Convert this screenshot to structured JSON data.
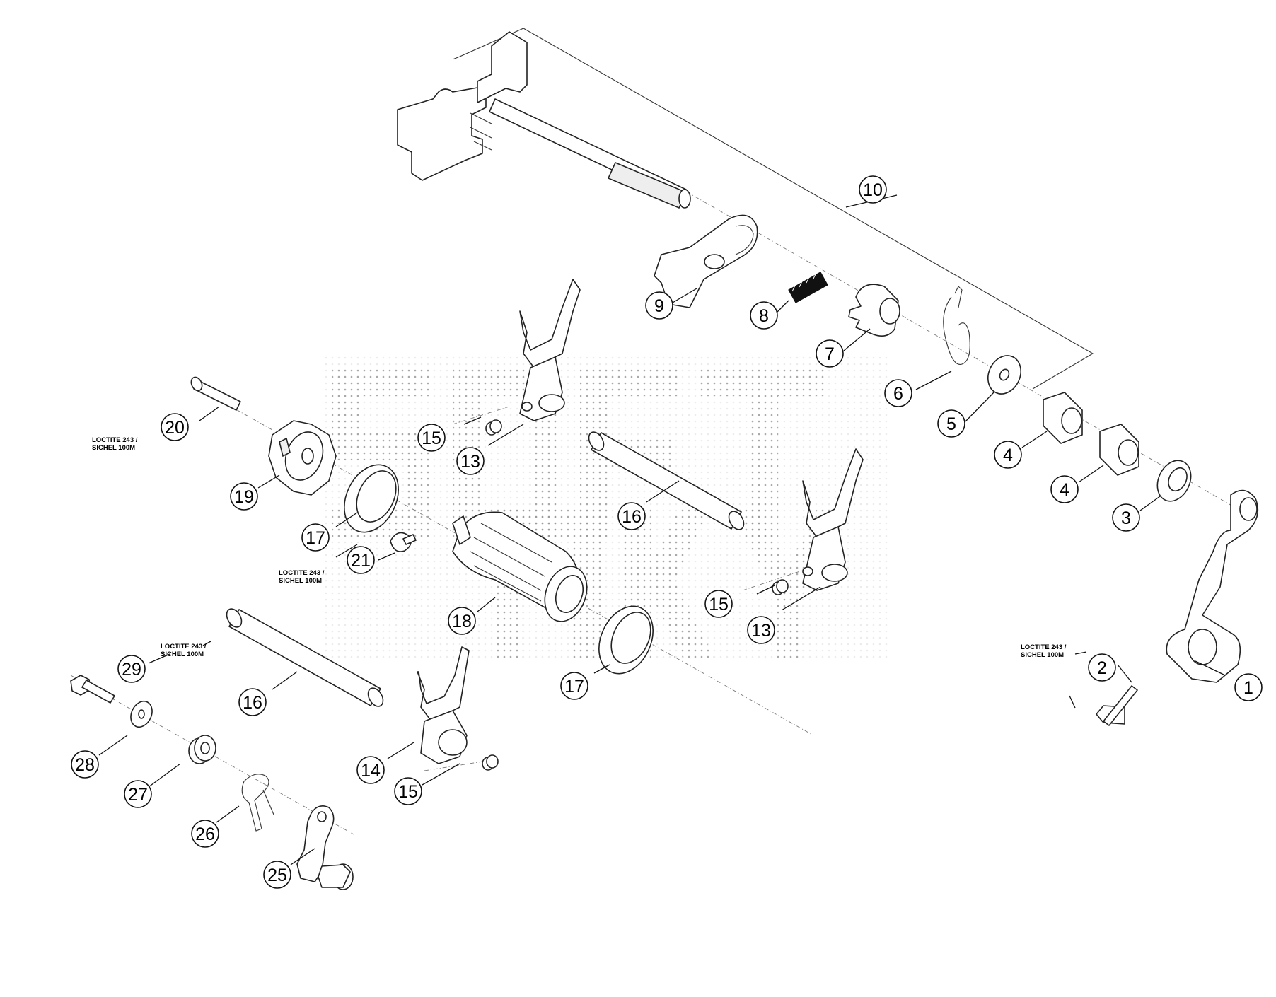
{
  "diagram": {
    "watermark_icon": "dotted-watermark-lettering",
    "callouts": [
      {
        "id": "c1",
        "label": "1"
      },
      {
        "id": "c2",
        "label": "2"
      },
      {
        "id": "c3",
        "label": "3"
      },
      {
        "id": "c4a",
        "label": "4"
      },
      {
        "id": "c4b",
        "label": "4"
      },
      {
        "id": "c5",
        "label": "5"
      },
      {
        "id": "c6",
        "label": "6"
      },
      {
        "id": "c7",
        "label": "7"
      },
      {
        "id": "c8",
        "label": "8"
      },
      {
        "id": "c9",
        "label": "9"
      },
      {
        "id": "c10",
        "label": "10"
      },
      {
        "id": "c13a",
        "label": "13"
      },
      {
        "id": "c13b",
        "label": "13"
      },
      {
        "id": "c14",
        "label": "14"
      },
      {
        "id": "c15a",
        "label": "15"
      },
      {
        "id": "c15b",
        "label": "15"
      },
      {
        "id": "c15c",
        "label": "15"
      },
      {
        "id": "c16a",
        "label": "16"
      },
      {
        "id": "c16b",
        "label": "16"
      },
      {
        "id": "c17a",
        "label": "17"
      },
      {
        "id": "c17b",
        "label": "17"
      },
      {
        "id": "c18",
        "label": "18"
      },
      {
        "id": "c19",
        "label": "19"
      },
      {
        "id": "c20",
        "label": "20"
      },
      {
        "id": "c21",
        "label": "21"
      },
      {
        "id": "c25",
        "label": "25"
      },
      {
        "id": "c26",
        "label": "26"
      },
      {
        "id": "c27",
        "label": "27"
      },
      {
        "id": "c28",
        "label": "28"
      },
      {
        "id": "c29",
        "label": "29"
      }
    ],
    "notes": [
      {
        "id": "n20",
        "line1": "LOCTITE 243 /",
        "line2": "SICHEL 100M"
      },
      {
        "id": "n21",
        "line1": "LOCTITE 243 /",
        "line2": "SICHEL 100M"
      },
      {
        "id": "n29",
        "line1": "LOCTITE 243 /",
        "line2": "SICHEL 100M"
      },
      {
        "id": "n2",
        "line1": "LOCTITE 243 /",
        "line2": "SICHEL 100M"
      }
    ]
  }
}
